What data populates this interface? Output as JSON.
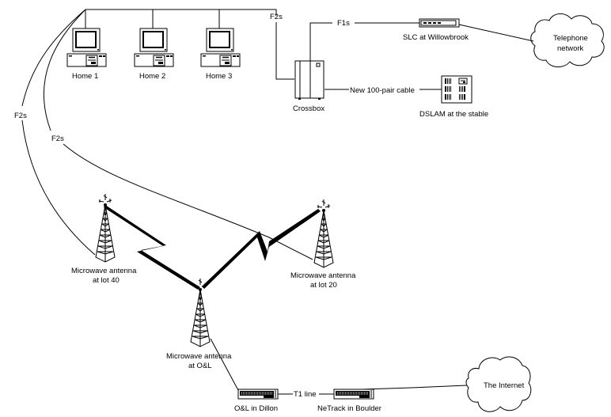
{
  "diagram": {
    "nodes": {
      "home1": {
        "label": "Home 1",
        "icon": "desktop-computer-icon"
      },
      "home2": {
        "label": "Home 2",
        "icon": "desktop-computer-icon"
      },
      "home3": {
        "label": "Home 3",
        "icon": "desktop-computer-icon"
      },
      "crossbox": {
        "label": "Crossbox",
        "icon": "crossbox-cabinet-icon"
      },
      "slc": {
        "label": "SLC at Willowbrook",
        "icon": "slc-device-icon"
      },
      "telephone": {
        "label_line1": "Telephone",
        "label_line2": "network",
        "icon": "cloud-icon"
      },
      "dslam": {
        "label": "DSLAM at the stable",
        "icon": "dslam-rack-icon"
      },
      "ant40": {
        "label_line1": "Microwave antenna",
        "label_line2": "at lot 40",
        "icon": "microwave-tower-icon"
      },
      "ant20": {
        "label_line1": "Microwave antenna",
        "label_line2": "at lot 20",
        "icon": "microwave-tower-icon"
      },
      "antol": {
        "label_line1": "Microwave antenna",
        "label_line2": "at O&L",
        "icon": "microwave-tower-icon"
      },
      "dillon": {
        "label": "O&L in Dillon",
        "icon": "router-icon"
      },
      "netrack": {
        "label": "NeTrack in Boulder",
        "icon": "router-icon"
      },
      "internet": {
        "label": "The Internet",
        "icon": "cloud-icon"
      }
    },
    "links": {
      "f2s_top": "F2s",
      "f1s": "F1s",
      "cable100": "New 100-pair cable",
      "f2s_left_outer": "F2s",
      "f2s_left_inner": "F2s",
      "t1": "T1 line"
    }
  }
}
